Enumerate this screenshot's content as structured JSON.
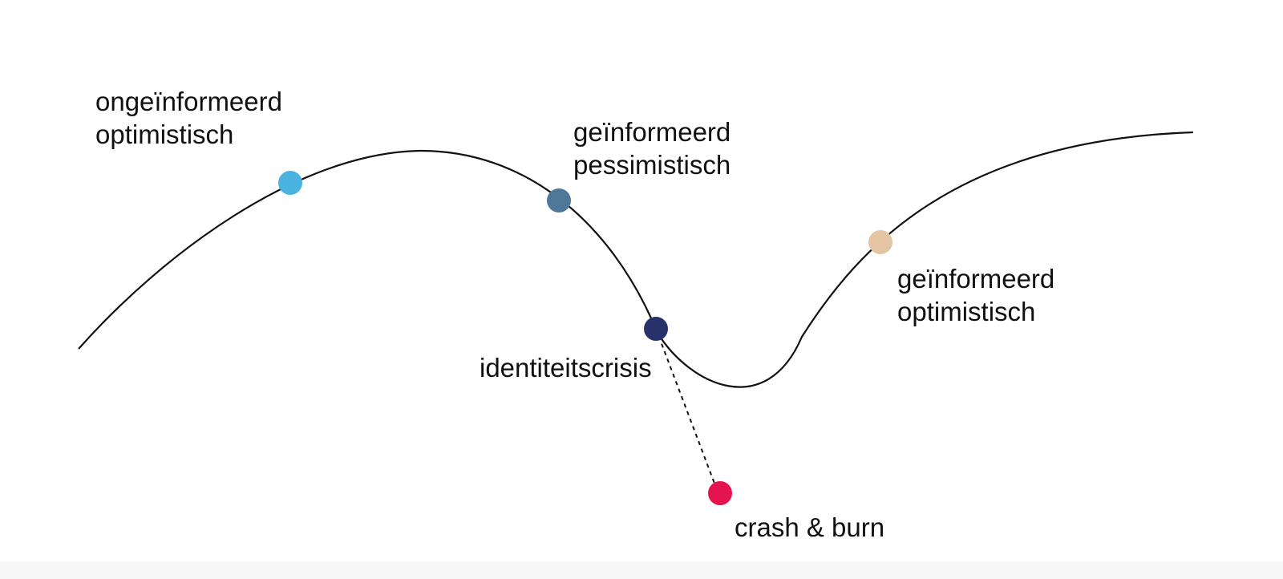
{
  "diagram": {
    "stages": [
      {
        "id": "uninformed-optimistic",
        "lines": [
          "ongeïnformeerd",
          "optimistisch"
        ],
        "color": "#4bb3df"
      },
      {
        "id": "informed-pessimistic",
        "lines": [
          "geïnformeerd",
          "pessimistisch"
        ],
        "color": "#4f7898"
      },
      {
        "id": "identity-crisis",
        "lines": [
          "identiteitscrisis"
        ],
        "color": "#27316a"
      },
      {
        "id": "informed-optimistic",
        "lines": [
          "geïnformeerd",
          "optimistisch"
        ],
        "color": "#e5c4a3"
      },
      {
        "id": "crash-and-burn",
        "lines": [
          "crash & burn"
        ],
        "color": "#e4144f"
      }
    ]
  }
}
